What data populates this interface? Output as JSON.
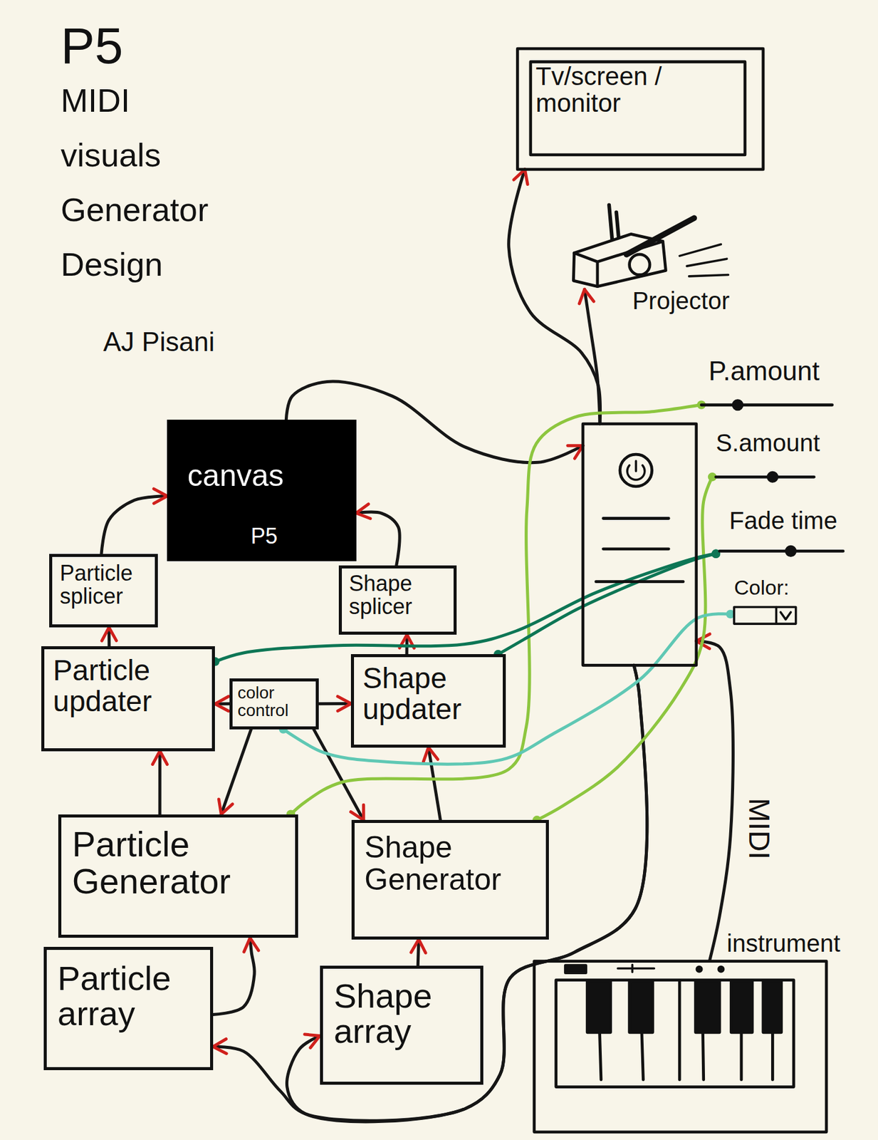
{
  "diagram": {
    "title": "P5 MIDI visuals Generator Design",
    "nodes": [
      {
        "text": [
          "Tv/screen / monitor"
        ]
      },
      {
        "text": [
          "Projector"
        ]
      },
      {
        "text": [
          "P.amount"
        ]
      },
      {
        "text": [
          "canvas",
          "P5"
        ]
      },
      {
        "text": []
      },
      {
        "text": [
          "S.amount"
        ]
      },
      {
        "text": [
          "Fade time"
        ]
      },
      {
        "text": [
          "Color:"
        ]
      },
      {
        "text": [
          "Particle splicer"
        ]
      },
      {
        "text": [
          "Shape splicer"
        ]
      },
      {
        "text": [
          "Particle updater"
        ]
      },
      {
        "text": [
          "color control"
        ]
      },
      {
        "text": [
          "Shape updater"
        ]
      },
      {
        "text": [
          "Particle Generator"
        ]
      },
      {
        "text": [
          "Shape Generator"
        ]
      },
      {
        "text": [
          "Particle array"
        ]
      },
      {
        "text": [
          "Shape array"
        ]
      },
      {
        "text": [
          "instrument"
        ]
      }
    ],
    "edges": [
      {
        "from": 3,
        "to": 4,
        "arrow": "to"
      },
      {
        "from": 4,
        "to": 1,
        "arrow": "to"
      },
      {
        "from": 4,
        "to": 0,
        "arrow": "to"
      },
      {
        "from": 17,
        "to": 4,
        "label": "MIDI",
        "arrow": "to"
      },
      {
        "from": 4,
        "to": 15,
        "arrow": "to"
      },
      {
        "from": 4,
        "to": 16,
        "arrow": "to"
      },
      {
        "from": 8,
        "to": 3,
        "arrow": "to"
      },
      {
        "from": 9,
        "to": 3,
        "arrow": "to"
      },
      {
        "from": 10,
        "to": 8,
        "arrow": "to"
      },
      {
        "from": 12,
        "to": 9,
        "arrow": "to"
      },
      {
        "from": 11,
        "to": 10,
        "arrow": "to"
      },
      {
        "from": 11,
        "to": 12,
        "arrow": "to"
      },
      {
        "from": 11,
        "to": 13,
        "arrow": "to"
      },
      {
        "from": 11,
        "to": 14,
        "arrow": "to"
      },
      {
        "from": 13,
        "to": 10,
        "arrow": "to"
      },
      {
        "from": 14,
        "to": 12,
        "arrow": "to"
      },
      {
        "from": 15,
        "to": 13,
        "arrow": "to"
      },
      {
        "from": 16,
        "to": 14,
        "arrow": "to"
      },
      {
        "from": 2,
        "to": 13,
        "arrow": "none"
      },
      {
        "from": 5,
        "to": 14,
        "arrow": "none"
      },
      {
        "from": 6,
        "to": 10,
        "arrow": "none"
      },
      {
        "from": 6,
        "to": 12,
        "arrow": "none"
      },
      {
        "from": 7,
        "to": 11,
        "arrow": "none"
      }
    ],
    "labels": [
      "AJ Pisani"
    ]
  }
}
